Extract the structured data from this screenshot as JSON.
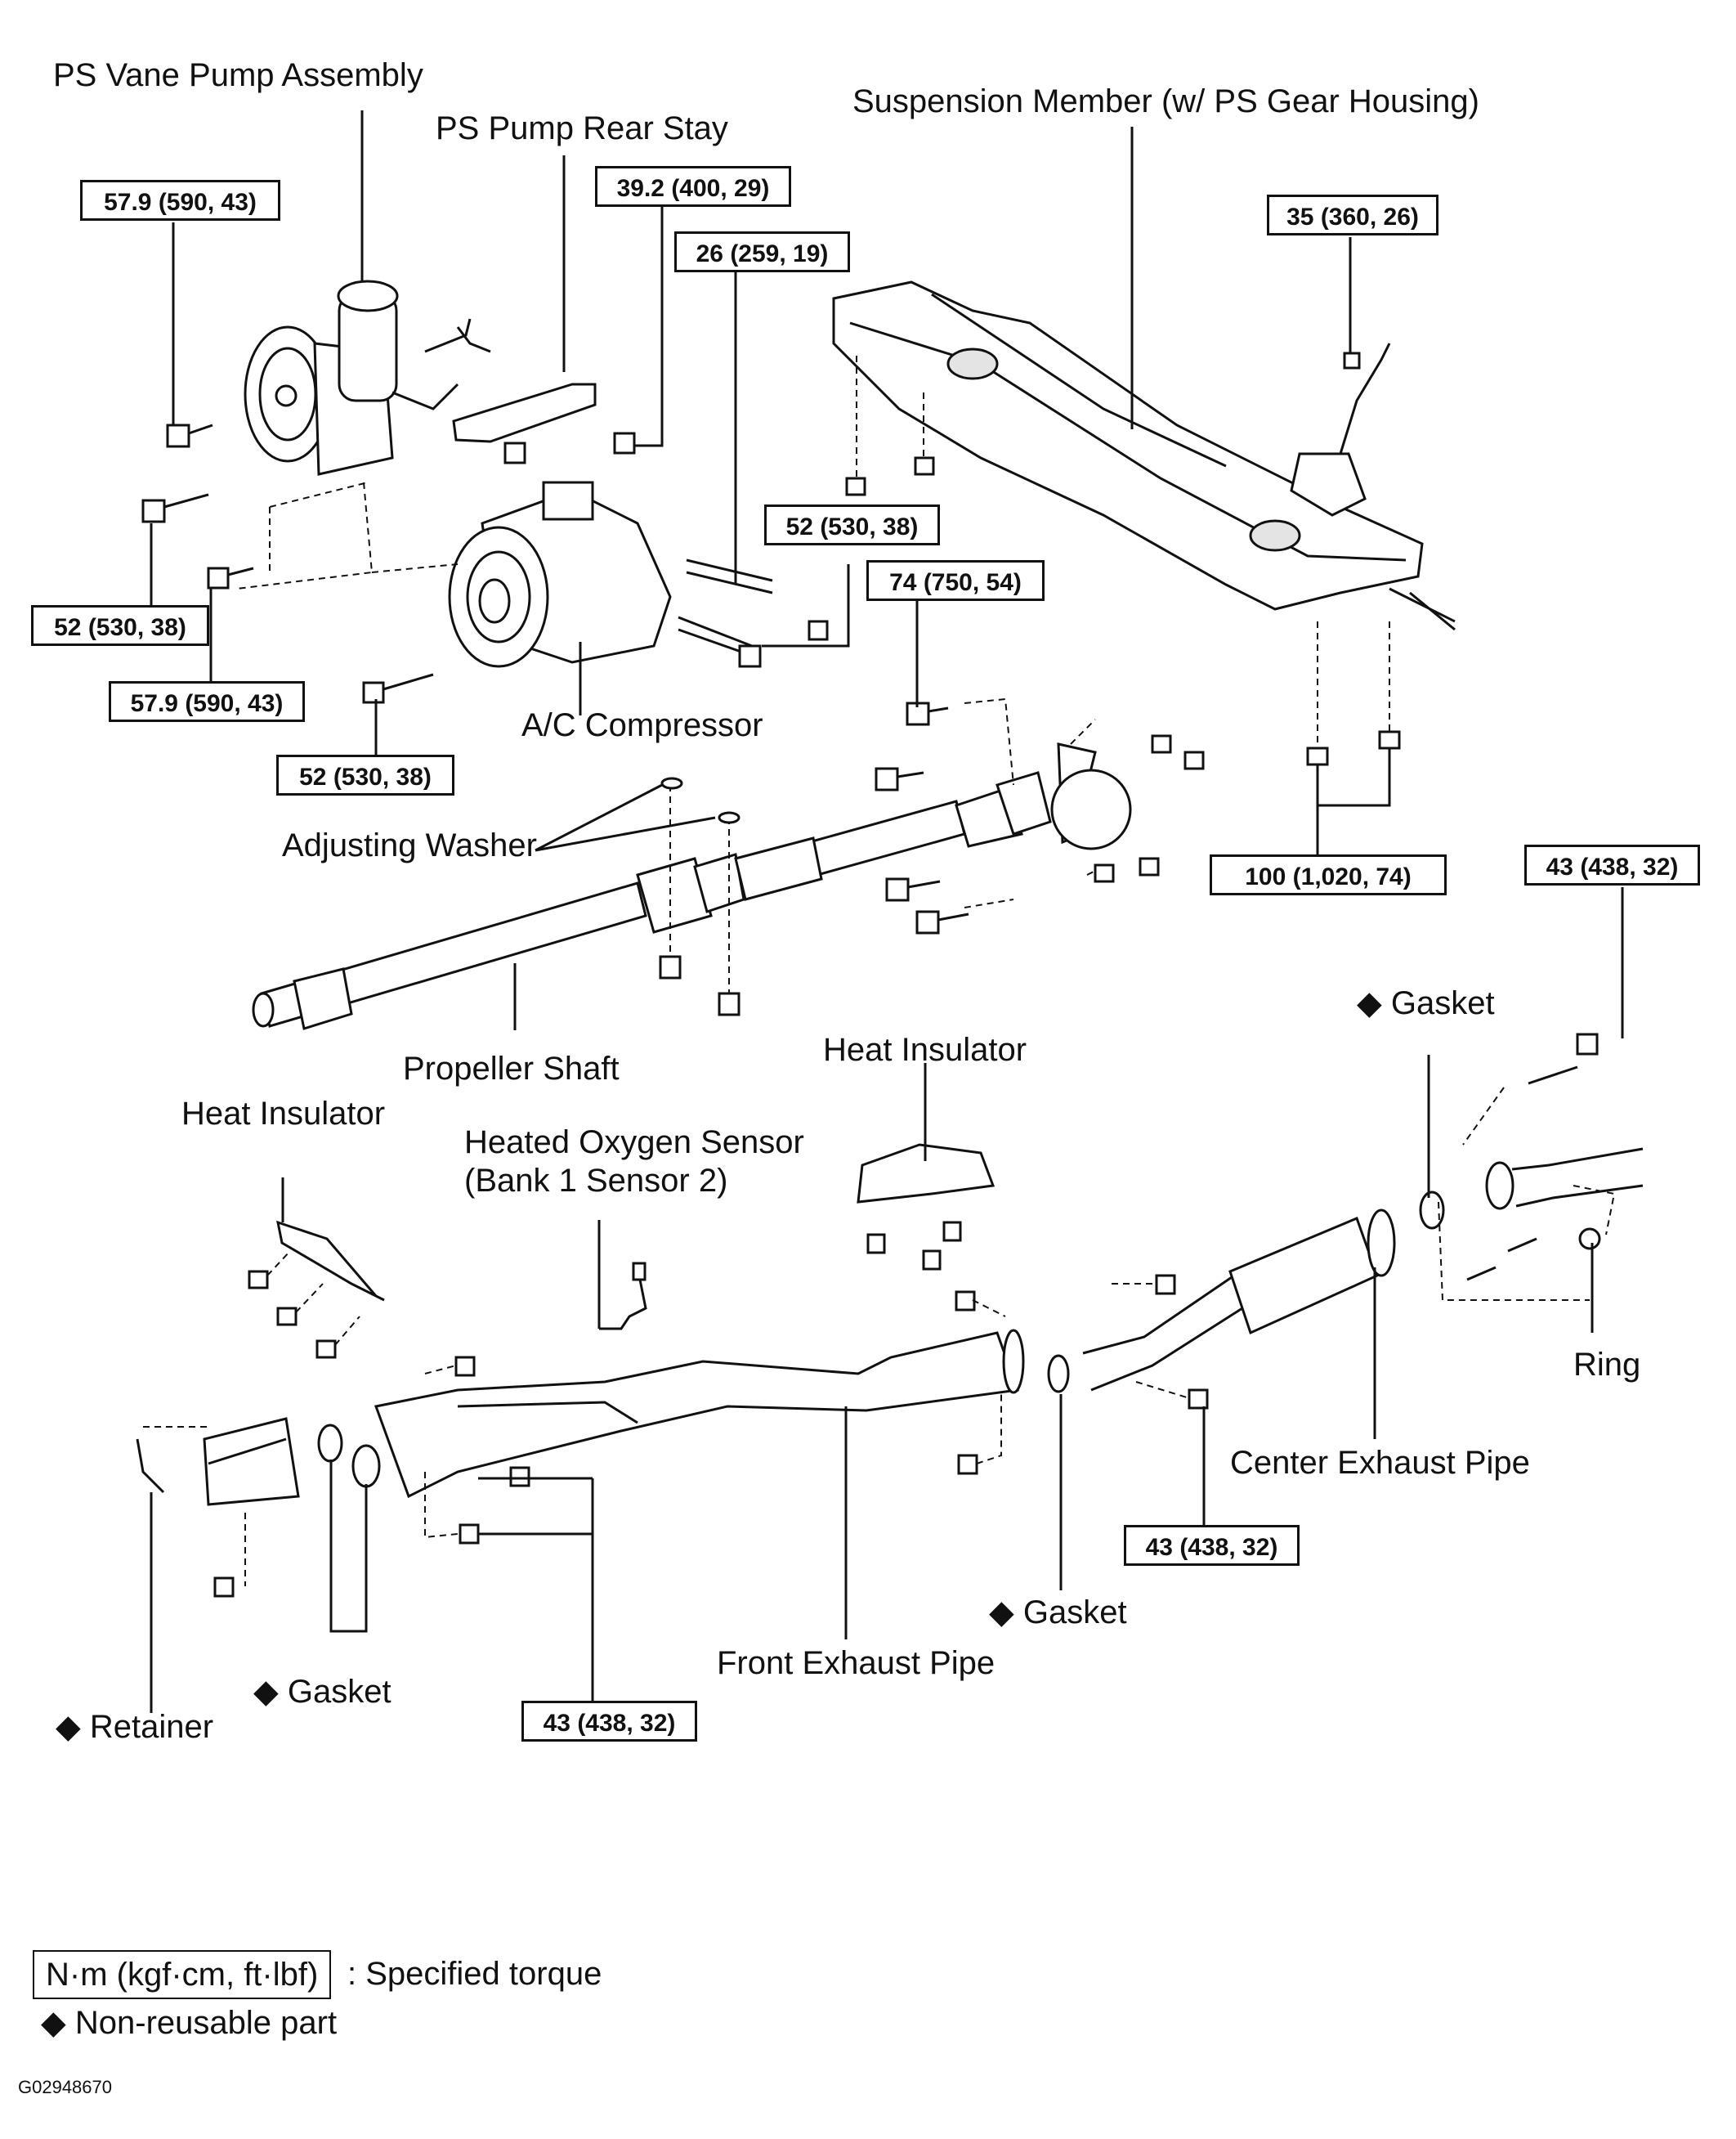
{
  "labels": {
    "ps_vane_pump": "PS Vane Pump Assembly",
    "ps_pump_rear_stay": "PS Pump Rear Stay",
    "suspension_member": "Suspension Member (w/ PS Gear Housing)",
    "ac_compressor": "A/C Compressor",
    "adjusting_washer": "Adjusting Washer",
    "propeller_shaft": "Propeller Shaft",
    "heat_insulator_front": "Heat Insulator",
    "heat_insulator_rear": "Heat Insulator",
    "oxygen_sensor_line1": "Heated Oxygen Sensor",
    "oxygen_sensor_line2": "(Bank 1 Sensor 2)",
    "gasket_center": "Gasket",
    "gasket_front_pipe": "Gasket",
    "gasket_manifold": "Gasket",
    "retainer": "Retainer",
    "ring": "Ring",
    "center_exhaust_pipe": "Center Exhaust Pipe",
    "front_exhaust_pipe": "Front Exhaust Pipe"
  },
  "torques": {
    "pump_bolt_top": "57.9 (590, 43)",
    "stay_bolt": "39.2 (400, 29)",
    "comp_stud": "26 (259, 19)",
    "steering": "35 (360, 26)",
    "pump_52": "52 (530, 38)",
    "pump_57_lower": "57.9 (590, 43)",
    "comp_52_bottom": "52 (530, 38)",
    "comp_52_right": "52 (530, 38)",
    "prop_74": "74 (750, 54)",
    "member_100": "100 (1,020, 74)",
    "exhaust_43_top": "43 (438, 32)",
    "exhaust_43_center": "43 (438, 32)",
    "exhaust_43_bottom": "43 (438, 32)"
  },
  "legend": {
    "torque_unit": "N·m (kgf·cm, ft·lbf)",
    "torque_desc": ": Specified torque",
    "non_reusable": "Non-reusable part",
    "diamond": "◆"
  },
  "figure_id": "G02948670"
}
